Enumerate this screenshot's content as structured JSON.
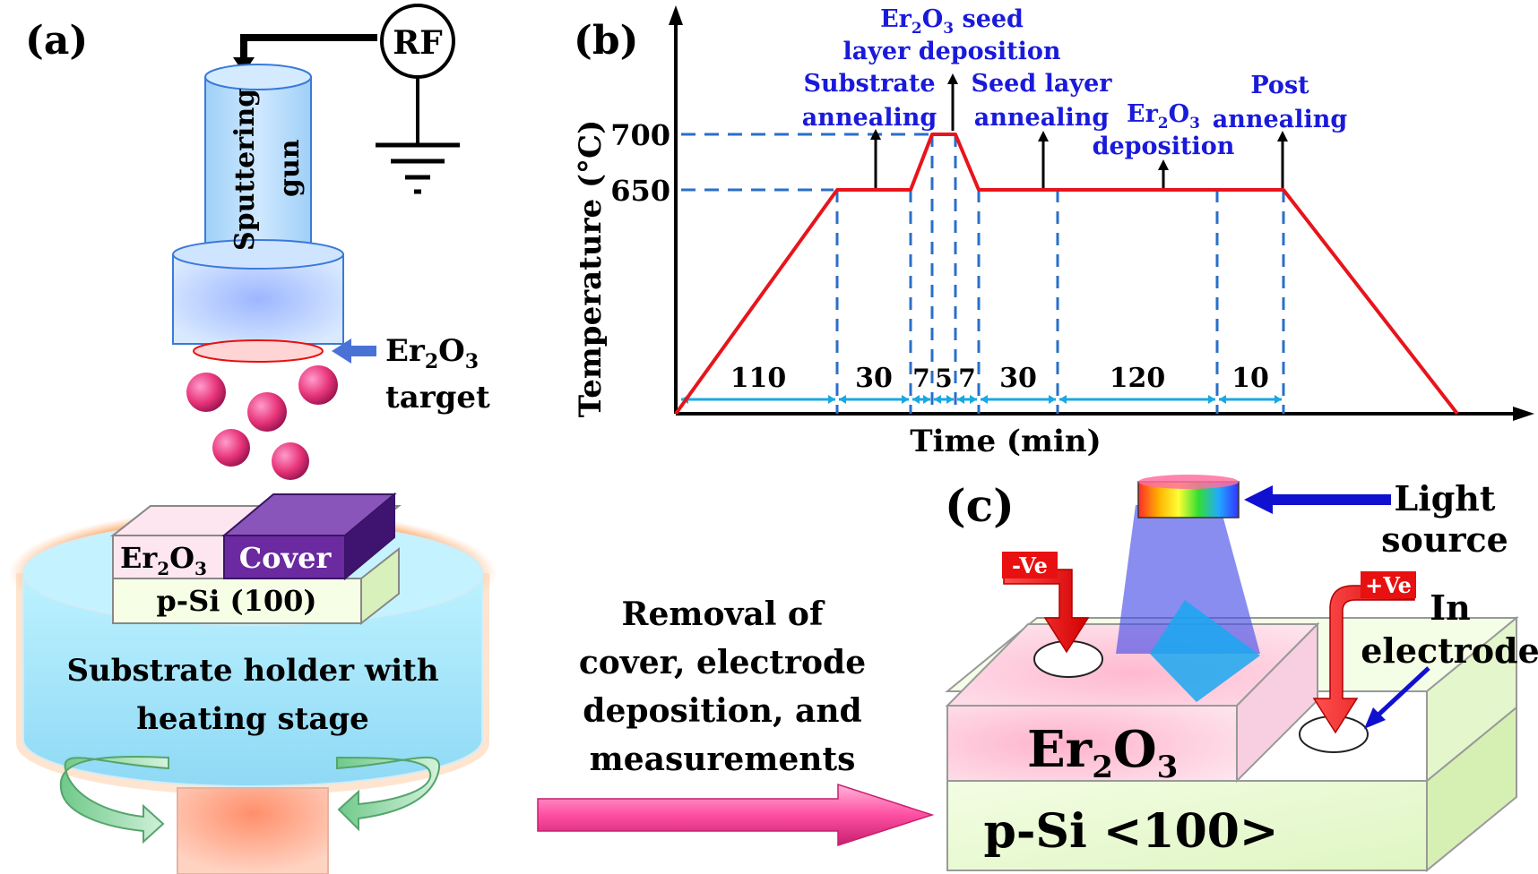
{
  "panel_a": {
    "label": "(a)",
    "rf": "RF",
    "gun_line1": "Sputtering",
    "gun_line2": "gun",
    "target_label_er": "Er",
    "target_label_sub2": "2",
    "target_label_o": "O",
    "target_label_sub3": "3",
    "target_word": "target",
    "er2o3_er": "Er",
    "er2o3_2": "2",
    "er2o3_o": "O",
    "er2o3_3": "3",
    "cover": "Cover",
    "psi": "p-Si (100)",
    "holder_line1": "Substrate holder with",
    "holder_line2": "heating stage"
  },
  "arrow_text": {
    "line1": "Removal of",
    "line2": "cover, electrode",
    "line3": "deposition, and",
    "line4": "measurements"
  },
  "panel_b": {
    "label": "(b)",
    "xlabel": "Time (min)",
    "ylabel": "Temperature (°C)",
    "y700": "700",
    "y650": "650",
    "annot": {
      "substrate1": "Substrate",
      "substrate2": "annealing",
      "seed_er": "Er",
      "seed_2": "2",
      "seed_o": "O",
      "seed_3": "3",
      "seed_rest": " seed",
      "seed2": "layer deposition",
      "seedann1": "Seed layer",
      "seedann2": "annealing",
      "dep_er": "Er",
      "dep_2": "2",
      "dep_o": "O",
      "dep_3": "3",
      "dep2": "deposition",
      "post1": "Post",
      "post2": "annealing"
    },
    "durations": [
      "110",
      "30",
      "7",
      "5",
      "7",
      "30",
      "120",
      "10"
    ]
  },
  "panel_c": {
    "label": "(c)",
    "light1": "Light",
    "light2": "source",
    "neg": "-Ve",
    "pos": "+Ve",
    "in1": "In",
    "in2": "electrode",
    "er_er": "Er",
    "er_2": "2",
    "er_o": "O",
    "er_3": "3",
    "psi": "p-Si <100>"
  },
  "chart_data": {
    "type": "line",
    "xlabel": "Time (min)",
    "ylabel": "Temperature (°C)",
    "segments_min": [
      110,
      30,
      7,
      5,
      7,
      30,
      120,
      10
    ],
    "y_ticks": [
      650,
      700
    ],
    "series": [
      {
        "values_desc": "profile",
        "x": [
          0,
          110,
          140,
          147,
          152,
          159,
          189,
          309,
          319
        ],
        "y": [
          0,
          650,
          650,
          700,
          700,
          650,
          650,
          650,
          650
        ]
      }
    ],
    "colors": {
      "profile": "#e8141c",
      "guides": "#2a6fc8",
      "durations": "#19a8e0",
      "annotations": "#1a1adb"
    }
  }
}
